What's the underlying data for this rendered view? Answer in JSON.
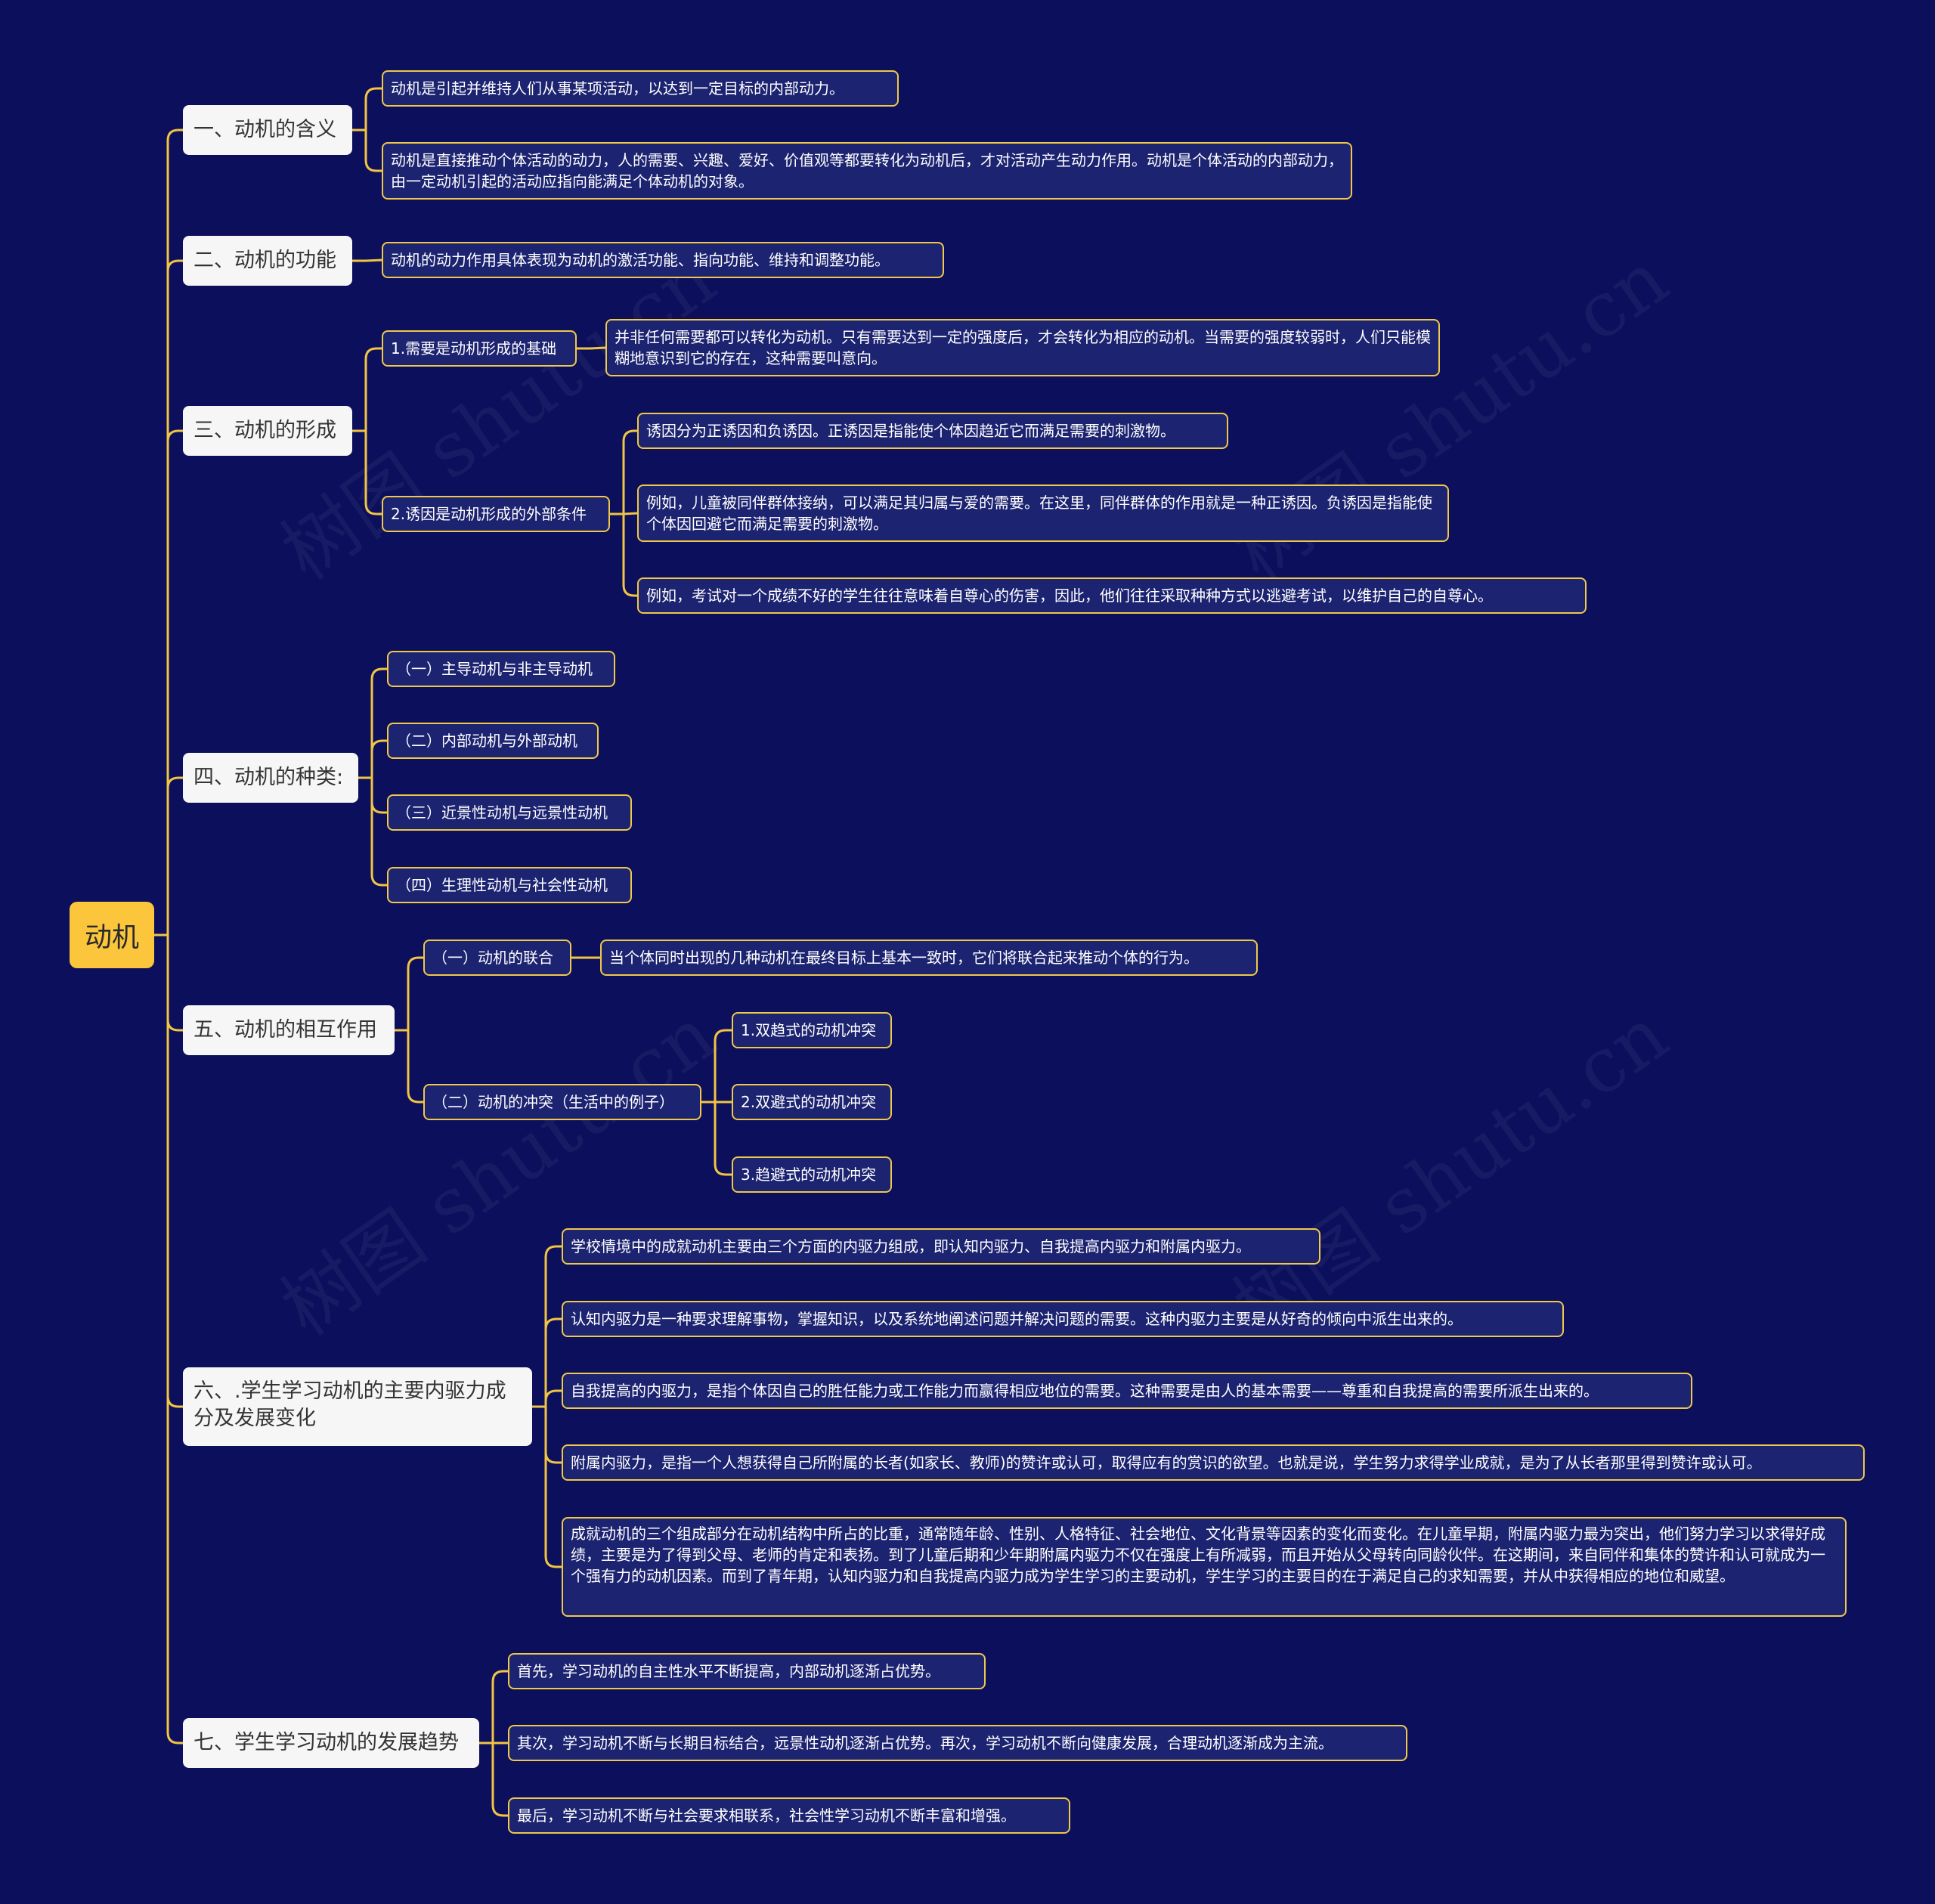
{
  "root": "动机",
  "watermark": "树图 shutu.cn",
  "branches": [
    {
      "label": "一、动机的含义",
      "children": [
        {
          "label": "动机是引起并维持人们从事某项活动，以达到一定目标的内部动力。"
        },
        {
          "label": "动机是直接推动个体活动的动力，人的需要、兴趣、爱好、价值观等都要转化为动机后，才对活动产生动力作用。动机是个体活动的内部动力，由一定动机引起的活动应指向能满足个体动机的对象。"
        }
      ]
    },
    {
      "label": "二、动机的功能",
      "children": [
        {
          "label": "动机的动力作用具体表现为动机的激活功能、指向功能、维持和调整功能。"
        }
      ]
    },
    {
      "label": "三、动机的形成",
      "children": [
        {
          "label": "1.需要是动机形成的基础",
          "children": [
            {
              "label": "并非任何需要都可以转化为动机。只有需要达到一定的强度后，才会转化为相应的动机。当需要的强度较弱时，人们只能模糊地意识到它的存在，这种需要叫意向。"
            }
          ]
        },
        {
          "label": "2.诱因是动机形成的外部条件",
          "children": [
            {
              "label": "诱因分为正诱因和负诱因。正诱因是指能使个体因趋近它而满足需要的刺激物。"
            },
            {
              "label": "例如，儿童被同伴群体接纳，可以满足其归属与爱的需要。在这里，同伴群体的作用就是一种正诱因。负诱因是指能使个体因回避它而满足需要的刺激物。"
            },
            {
              "label": "例如，考试对一个成绩不好的学生往往意味着自尊心的伤害，因此，他们往往采取种种方式以逃避考试，以维护自己的自尊心。"
            }
          ]
        }
      ]
    },
    {
      "label": "四、动机的种类:",
      "children": [
        {
          "label": "（一）主导动机与非主导动机"
        },
        {
          "label": "（二）内部动机与外部动机"
        },
        {
          "label": "（三）近景性动机与远景性动机"
        },
        {
          "label": "（四）生理性动机与社会性动机"
        }
      ]
    },
    {
      "label": "五、动机的相互作用",
      "children": [
        {
          "label": "（一）动机的联合",
          "children": [
            {
              "label": "当个体同时出现的几种动机在最终目标上基本一致时，它们将联合起来推动个体的行为。"
            }
          ]
        },
        {
          "label": "（二）动机的冲突（生活中的例子）",
          "children": [
            {
              "label": "1.双趋式的动机冲突"
            },
            {
              "label": "2.双避式的动机冲突"
            },
            {
              "label": "3.趋避式的动机冲突"
            }
          ]
        }
      ]
    },
    {
      "label": "六、.学生学习动机的主要内驱力成分及发展变化",
      "children": [
        {
          "label": "学校情境中的成就动机主要由三个方面的内驱力组成，即认知内驱力、自我提高内驱力和附属内驱力。"
        },
        {
          "label": "认知内驱力是一种要求理解事物，掌握知识，以及系统地阐述问题并解决问题的需要。这种内驱力主要是从好奇的倾向中派生出来的。"
        },
        {
          "label": "自我提高的内驱力，是指个体因自己的胜任能力或工作能力而赢得相应地位的需要。这种需要是由人的基本需要——尊重和自我提高的需要所派生出来的。"
        },
        {
          "label": "附属内驱力，是指一个人想获得自己所附属的长者(如家长、教师)的赞许或认可，取得应有的赏识的欲望。也就是说，学生努力求得学业成就，是为了从长者那里得到赞许或认可。"
        },
        {
          "label": "成就动机的三个组成部分在动机结构中所占的比重，通常随年龄、性别、人格特征、社会地位、文化背景等因素的变化而变化。在儿童早期，附属内驱力最为突出，他们努力学习以求得好成绩，主要是为了得到父母、老师的肯定和表扬。到了儿童后期和少年期附属内驱力不仅在强度上有所减弱，而且开始从父母转向同龄伙伴。在这期间，来自同伴和集体的赞许和认可就成为一个强有力的动机因素。而到了青年期，认知内驱力和自我提高内驱力成为学生学习的主要动机，学生学习的主要目的在于满足自己的求知需要，并从中获得相应的地位和威望。"
        }
      ]
    },
    {
      "label": "七、学生学习动机的发展趋势",
      "children": [
        {
          "label": "首先，学习动机的自主性水平不断提高，内部动机逐渐占优势。"
        },
        {
          "label": "其次，学习动机不断与长期目标结合，远景性动机逐渐占优势。再次，学习动机不断向健康发展，合理动机逐渐成为主流。"
        },
        {
          "label": "最后，学习动机不断与社会要求相联系，社会性学习动机不断丰富和增强。"
        }
      ]
    }
  ]
}
